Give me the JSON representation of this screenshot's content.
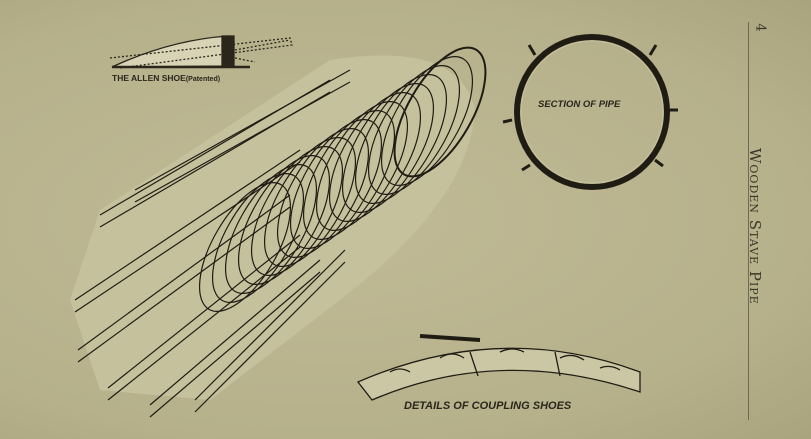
{
  "page": {
    "number": "4",
    "running_head": "Wooden Stave Pipe"
  },
  "figures": {
    "allen_shoe": {
      "label": "THE ALLEN SHOE",
      "note": "(Patented)"
    },
    "section": {
      "label": "SECTION OF PIPE"
    },
    "coupling": {
      "label": "DETAILS OF COUPLING SHOES"
    }
  },
  "colors": {
    "paper": "#bab690",
    "ink": "#2a261c"
  }
}
